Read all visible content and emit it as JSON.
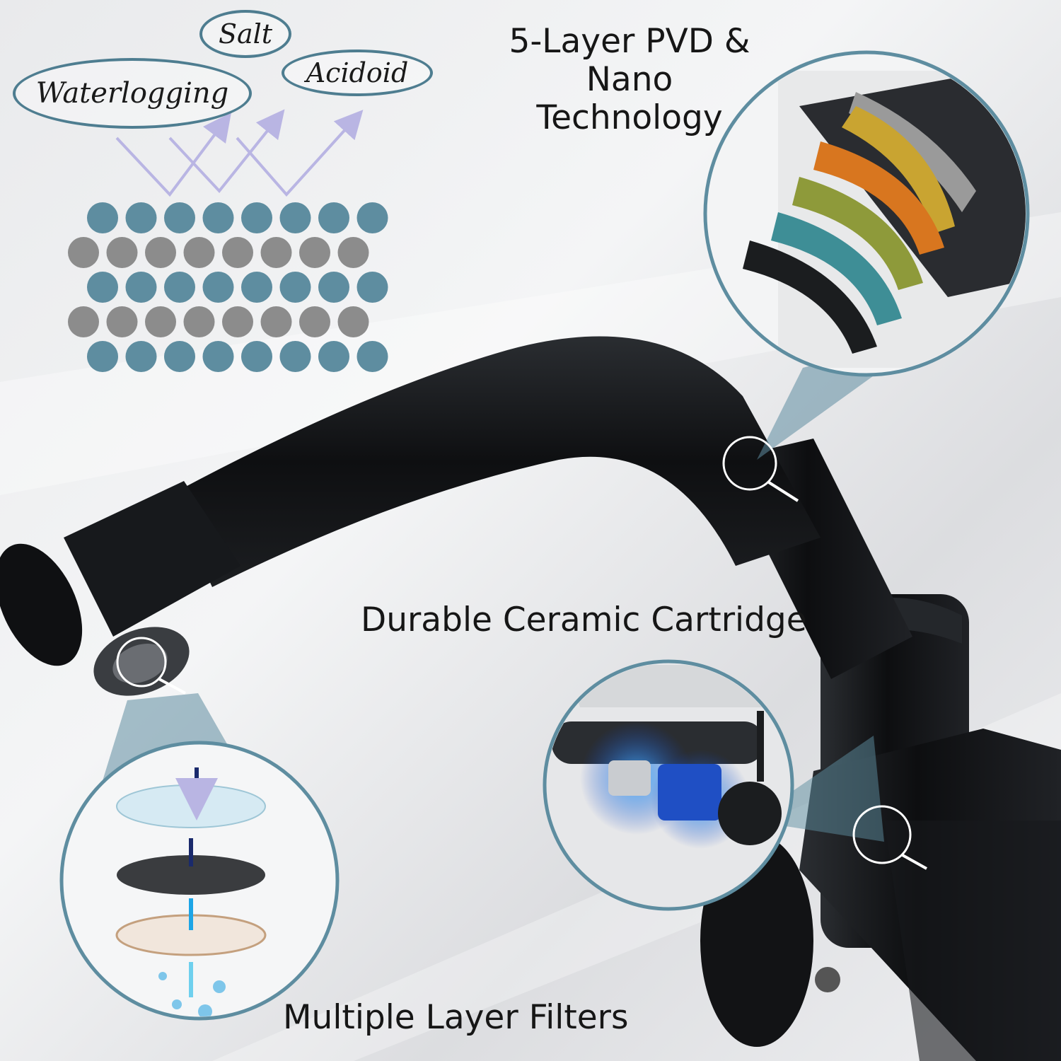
{
  "corrosion": {
    "labels": [
      "Waterlogging",
      "Salt",
      "Acidoid"
    ]
  },
  "features": {
    "pvd_line1": "5-Layer PVD &",
    "pvd_line2": "Nano Technology",
    "cartridge": "Durable Ceramic Cartridge",
    "filters": "Multiple Layer Filters"
  },
  "colors": {
    "accent": "#4e7d90",
    "dot_blue": "#5e8da0",
    "dot_gray": "#8c8c8c",
    "faucet": "#111315",
    "arrow": "#b9b5e3",
    "pvd_layers": [
      "#c9a431",
      "#d8761f",
      "#8e9a3a",
      "#3e8e96",
      "#1b1d1f"
    ]
  },
  "icons": [
    "magnifier-icon",
    "magnifier-icon",
    "magnifier-icon"
  ]
}
